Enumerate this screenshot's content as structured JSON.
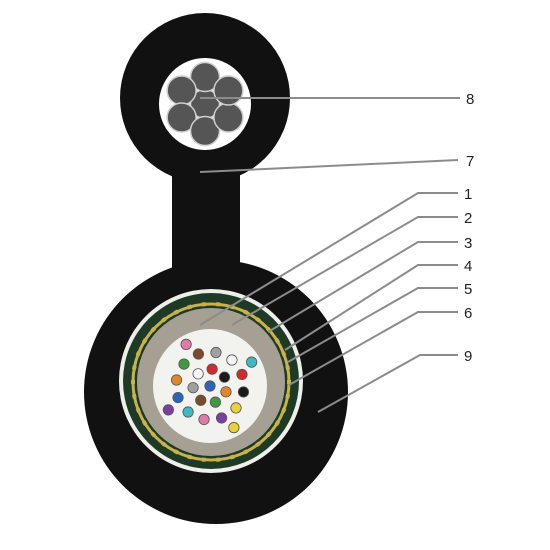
{
  "colors": {
    "jacket": "#111111",
    "steel_strand": "#555555",
    "strand_outline": "#cfcfcf",
    "water_block": "#eeeeea",
    "steel_armor": "#1e3a26",
    "armor_tape": "#c8b24a",
    "inner_sheath": "#a6a094",
    "core": "#f2f2ee",
    "leader": "#8c8c8c",
    "fibre_colors": [
      "#2a66b8",
      "#e0872a",
      "#3f9a3f",
      "#7a4a2a",
      "#a0a0a0",
      "#f4f4f4",
      "#d22a2a",
      "#1a1a1a",
      "#e8d23a",
      "#7b3fa0",
      "#e07aa8",
      "#3fb8c0"
    ]
  },
  "callouts": [
    {
      "id": "1",
      "label": "1"
    },
    {
      "id": "2",
      "label": "2"
    },
    {
      "id": "3",
      "label": "3"
    },
    {
      "id": "4",
      "label": "4"
    },
    {
      "id": "5",
      "label": "5"
    },
    {
      "id": "6",
      "label": "6"
    },
    {
      "id": "7",
      "label": "7"
    },
    {
      "id": "8",
      "label": "8"
    },
    {
      "id": "9",
      "label": "9"
    }
  ]
}
